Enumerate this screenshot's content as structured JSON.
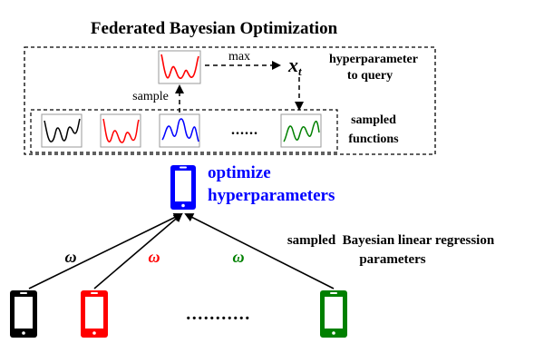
{
  "title": "Federated Bayesian Optimization",
  "top_box": {
    "max_label": "max",
    "x_t_symbol": "x",
    "x_t_subscript": "t",
    "hyperparameter_line1": "hyperparameter",
    "hyperparameter_line2": "to query",
    "sample_label": "sample",
    "ellipsis": "......",
    "sampled_line1": "sampled",
    "sampled_line2": "functions"
  },
  "server": {
    "label_line1": "optimize",
    "label_line2": "hyperparameters"
  },
  "parameters": {
    "label_line1": "sampled  Bayesian linear regression",
    "label_line2": "parameters"
  },
  "weights": [
    {
      "symbol": "ω",
      "color": "#000000"
    },
    {
      "symbol": "ω",
      "color": "#ff0000"
    },
    {
      "symbol": "ω",
      "color": "#008000"
    }
  ],
  "agents_ellipsis": "...........",
  "colors": {
    "black": "#000000",
    "red": "#ff0000",
    "blue": "#0000ff",
    "green": "#008000",
    "sample_box": "#777777"
  },
  "icons": {
    "server": "phone-icon-blue",
    "agents": [
      "phone-icon-black",
      "phone-icon-red",
      "phone-icon-green"
    ]
  }
}
